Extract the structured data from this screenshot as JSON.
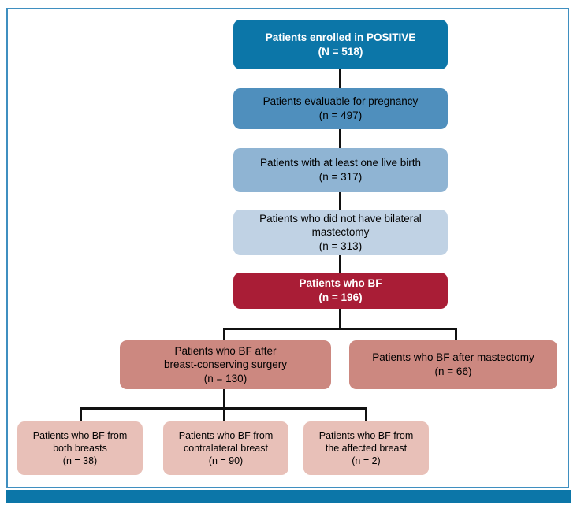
{
  "figure": {
    "type": "consort-flow-diagram",
    "title_visible": "",
    "colors": {
      "level1_blue": "#0c76a8",
      "level2_blue": "#4f8fbd",
      "level3_blue": "#8fb4d3",
      "level4_blue": "#c0d2e4",
      "crimson": "#a91d36",
      "salmon": "#cc8880",
      "pink": "#e8c0b8",
      "border_blue": "#3f8fc0",
      "footer_blue": "#0c76a8",
      "connector": "#111111"
    }
  },
  "nodes": {
    "enrolled": {
      "label": "Patients enrolled in POSITIVE",
      "count": "(N = 518)"
    },
    "evaluable": {
      "label": "Patients evaluable for pregnancy",
      "count": "(n = 497)"
    },
    "live_birth": {
      "label": "Patients with at least one live birth",
      "count": "(n = 317)"
    },
    "no_bilateral_mastectomy": {
      "label_line1": "Patients who did not have bilateral",
      "label_line2": "mastectomy",
      "count": "(n = 313)"
    },
    "bf": {
      "label": "Patients who BF",
      "count": "(n = 196)"
    },
    "bf_bcs": {
      "label_line1": "Patients who BF after",
      "label_line2": "breast-conserving surgery",
      "count": "(n = 130)"
    },
    "bf_mastectomy": {
      "label": "Patients who BF after mastectomy",
      "count": "(n = 66)"
    },
    "bf_both_breasts": {
      "label_line1": "Patients who BF from",
      "label_line2": "both breasts",
      "count": "(n = 38)"
    },
    "bf_contralateral": {
      "label_line1": "Patients who BF from",
      "label_line2": "contralateral breast",
      "count": "(n = 90)"
    },
    "bf_affected": {
      "label_line1": "Patients who BF from",
      "label_line2": "the affected breast",
      "count": "(n = 2)"
    }
  },
  "chart_data": {
    "type": "diagram",
    "title": "Patient flow through POSITIVE breastfeeding analysis",
    "flow": [
      {
        "id": "enrolled",
        "label": "Patients enrolled in POSITIVE",
        "n": 518,
        "n_prefix": "N",
        "level": 1
      },
      {
        "id": "evaluable",
        "label": "Patients evaluable for pregnancy",
        "n": 497,
        "n_prefix": "n",
        "level": 2
      },
      {
        "id": "live_birth",
        "label": "Patients with at least one live birth",
        "n": 317,
        "n_prefix": "n",
        "level": 3
      },
      {
        "id": "no_bilateral_mastectomy",
        "label": "Patients who did not have bilateral mastectomy",
        "n": 313,
        "n_prefix": "n",
        "level": 4
      },
      {
        "id": "bf",
        "label": "Patients who BF",
        "n": 196,
        "n_prefix": "n",
        "level": 5
      },
      {
        "id": "bf_bcs",
        "label": "Patients who BF after breast-conserving surgery",
        "n": 130,
        "n_prefix": "n",
        "level": 6,
        "parent": "bf"
      },
      {
        "id": "bf_mastectomy",
        "label": "Patients who BF after mastectomy",
        "n": 66,
        "n_prefix": "n",
        "level": 6,
        "parent": "bf"
      },
      {
        "id": "bf_both_breasts",
        "label": "Patients who BF from both breasts",
        "n": 38,
        "n_prefix": "n",
        "level": 7,
        "parent": "bf_bcs"
      },
      {
        "id": "bf_contralateral",
        "label": "Patients who BF from contralateral breast",
        "n": 90,
        "n_prefix": "n",
        "level": 7,
        "parent": "bf_bcs"
      },
      {
        "id": "bf_affected",
        "label": "Patients who BF from the affected breast",
        "n": 2,
        "n_prefix": "n",
        "level": 7,
        "parent": "bf_bcs"
      }
    ]
  }
}
